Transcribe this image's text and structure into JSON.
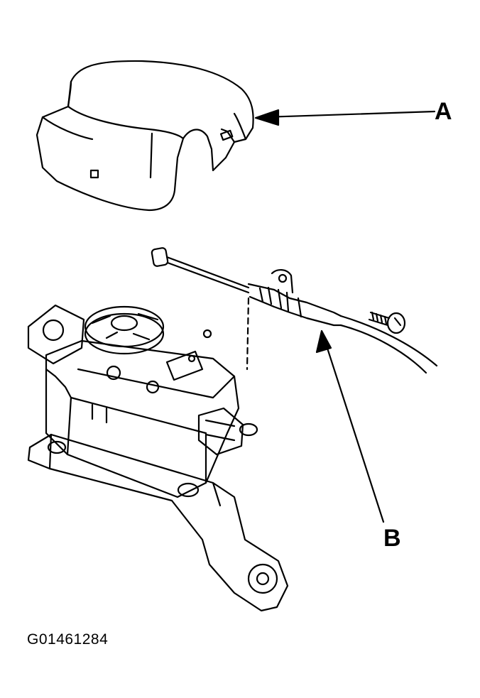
{
  "labels": {
    "a": "A",
    "b": "B"
  },
  "caption": "G01461284",
  "parts": {
    "cover": "actuator-cover",
    "cable": "throttle-cable",
    "actuator": "cruise-actuator",
    "screw": "mounting-screw"
  }
}
